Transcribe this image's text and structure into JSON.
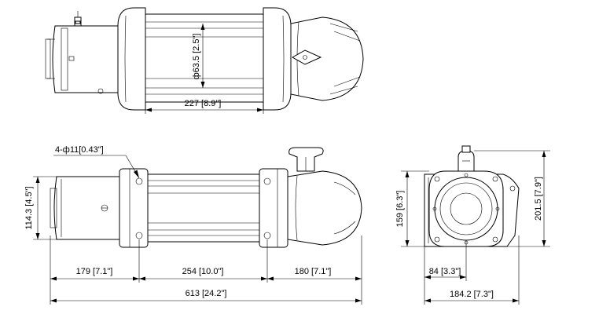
{
  "top_view": {
    "drum_length_label": "227 [8.9\"]",
    "drum_diameter_label": "ф63.5 [2.5\"]"
  },
  "front_view": {
    "mount_hole_label": "4-ф11[0.43\"]",
    "height_label": "114.3 [4.5\"]",
    "seg1_label": "179 [7.1\"]",
    "seg2_label": "254 [10.0\"]",
    "seg3_label": "180 [7.1\"]",
    "overall_length_label": "613 [24.2\"]"
  },
  "side_view": {
    "height_left_label": "159 [6.3\"]",
    "height_right_label": "201.5 [7.9\"]",
    "width_inner_label": "84 [3.3\"]",
    "width_overall_label": "184.2 [7.3\"]"
  }
}
